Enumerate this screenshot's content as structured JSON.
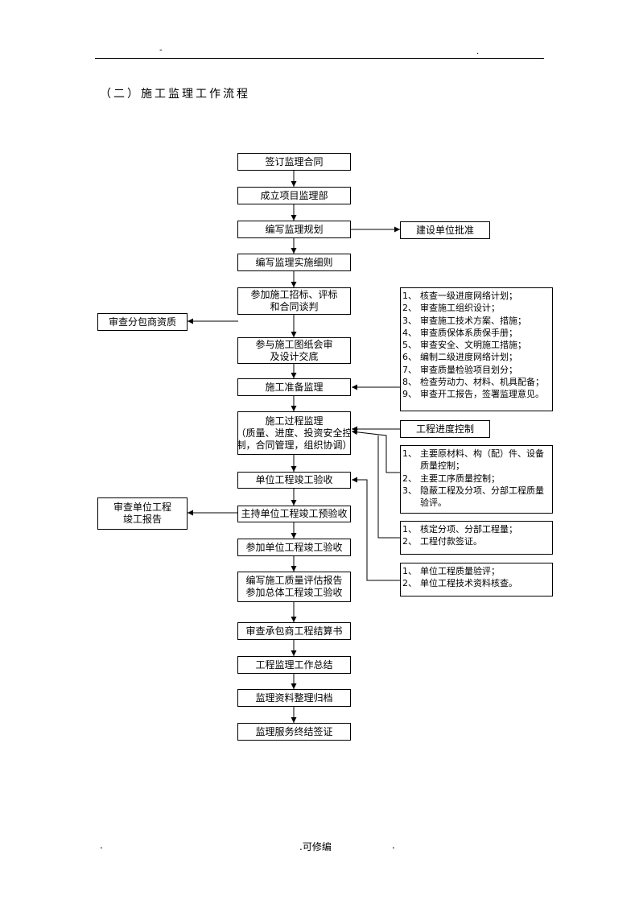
{
  "header": {
    "mark_left": "-",
    "mark_right": "."
  },
  "title": "（二）施工监理工作流程",
  "main_flow": [
    {
      "lines": [
        "签订监理合同"
      ]
    },
    {
      "lines": [
        "成立项目监理部"
      ]
    },
    {
      "lines": [
        "编写监理规划"
      ]
    },
    {
      "lines": [
        "编写监理实施细则"
      ]
    },
    {
      "lines": [
        "参加施工招标、评标",
        "和合同谈判"
      ]
    },
    {
      "lines": [
        "参与施工图纸会审",
        "及设计交底"
      ]
    },
    {
      "lines": [
        "施工准备监理"
      ]
    },
    {
      "lines": [
        "施工过程监理",
        "（质量、进度、投资安全控",
        "制，合同管理，组织协调）"
      ]
    },
    {
      "lines": [
        "单位工程竣工验收"
      ]
    },
    {
      "lines": [
        "主持单位工程竣工预验收"
      ]
    },
    {
      "lines": [
        "参加单位工程竣工验收"
      ]
    },
    {
      "lines": [
        "编写施工质量评估报告",
        "参加总体工程竣工验收"
      ]
    },
    {
      "lines": [
        "审查承包商工程结算书"
      ]
    },
    {
      "lines": [
        "工程监理工作总结"
      ]
    },
    {
      "lines": [
        "监理资料整理归档"
      ]
    },
    {
      "lines": [
        "监理服务终结签证"
      ]
    }
  ],
  "side_boxes": {
    "approval": {
      "lines": [
        "建设单位批准"
      ]
    },
    "subcontractor": {
      "lines": [
        "审查分包商资质"
      ]
    },
    "progress_control": {
      "lines": [
        "工程进度控制"
      ]
    },
    "completion_report": {
      "lines": [
        "审查单位工程",
        "竣工报告"
      ]
    }
  },
  "lists": {
    "preparation": [
      {
        "num": "1、",
        "text": "核查一级进度网络计划；"
      },
      {
        "num": "2、",
        "text": "审查施工组织设计；"
      },
      {
        "num": "3、",
        "text": "审查施工技术方案、措施；"
      },
      {
        "num": "4、",
        "text": "审查质保体系质保手册；"
      },
      {
        "num": "5、",
        "text": "审查安全、文明施工措施；"
      },
      {
        "num": "6、",
        "text": "编制二级进度网络计划；"
      },
      {
        "num": "7、",
        "text": "审查质量检验项目划分；"
      },
      {
        "num": "8、",
        "text": "检查劳动力、材料、机具配备；"
      },
      {
        "num": "9、",
        "text": "审查开工报告，签署监理意见。"
      }
    ],
    "quality": [
      {
        "num": "1、",
        "text": "主要原材料、构（配）件、设备"
      },
      {
        "num": "",
        "text": "质量控制；"
      },
      {
        "num": "2、",
        "text": "主要工序质量控制；"
      },
      {
        "num": "3、",
        "text": "隐蔽工程及分项、分部工程质量"
      },
      {
        "num": "",
        "text": "验评。"
      }
    ],
    "payment": [
      {
        "num": "1、",
        "text": "核定分项、分部工程量；"
      },
      {
        "num": "2、",
        "text": "工程付款签证。"
      }
    ],
    "acceptance": [
      {
        "num": "1、",
        "text": "单位工程质量验评；"
      },
      {
        "num": "2、",
        "text": "单位工程技术资料核查。"
      }
    ]
  },
  "footer": {
    "left": ".",
    "center": ".可修编",
    "right": "."
  }
}
